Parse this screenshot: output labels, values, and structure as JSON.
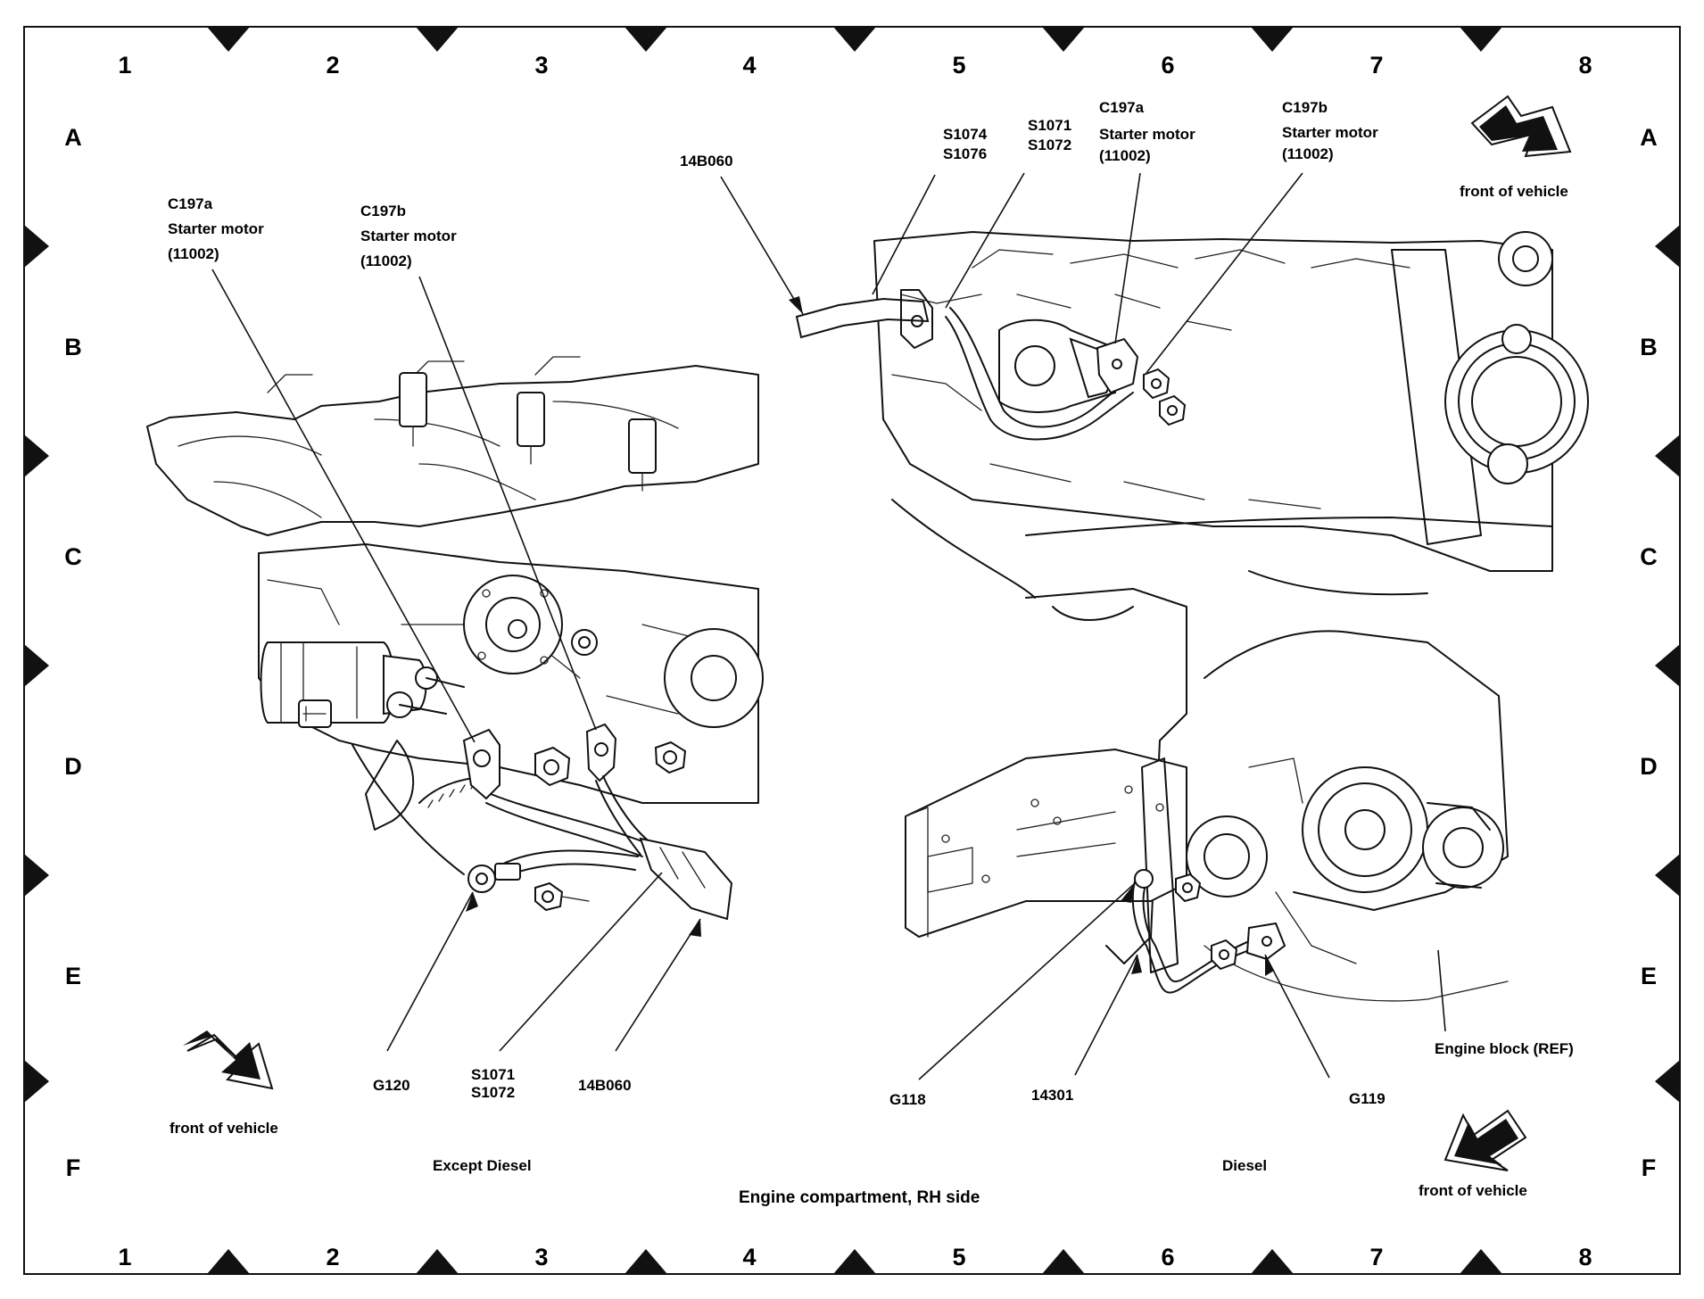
{
  "grid": {
    "columns": [
      "1",
      "2",
      "3",
      "4",
      "5",
      "6",
      "7",
      "8"
    ],
    "rows": [
      "A",
      "B",
      "C",
      "D",
      "E",
      "F"
    ]
  },
  "title": "Engine compartment, RH side",
  "left_view": {
    "caption": "Except Diesel",
    "front_label": "front of vehicle",
    "labels": {
      "c197a_id": "C197a",
      "c197a_name": "Starter motor",
      "c197a_part": "(11002)",
      "c197b_id": "C197b",
      "c197b_name": "Starter motor",
      "c197b_part": "(11002)",
      "g120": "G120",
      "s1071": "S1071",
      "s1072": "S1072",
      "harness": "14B060"
    }
  },
  "right_view": {
    "caption": "Diesel",
    "front_label": "front of vehicle",
    "labels": {
      "harness": "14B060",
      "s1074": "S1074",
      "s1076": "S1076",
      "s1071": "S1071",
      "s1072": "S1072",
      "c197a_id": "C197a",
      "c197a_name": "Starter motor",
      "c197a_part": "(11002)",
      "c197b_id": "C197b",
      "c197b_name": "Starter motor",
      "c197b_part": "(11002)",
      "g118": "G118",
      "cable": "14301",
      "g119": "G119",
      "engine_block": "Engine block (REF)"
    }
  }
}
